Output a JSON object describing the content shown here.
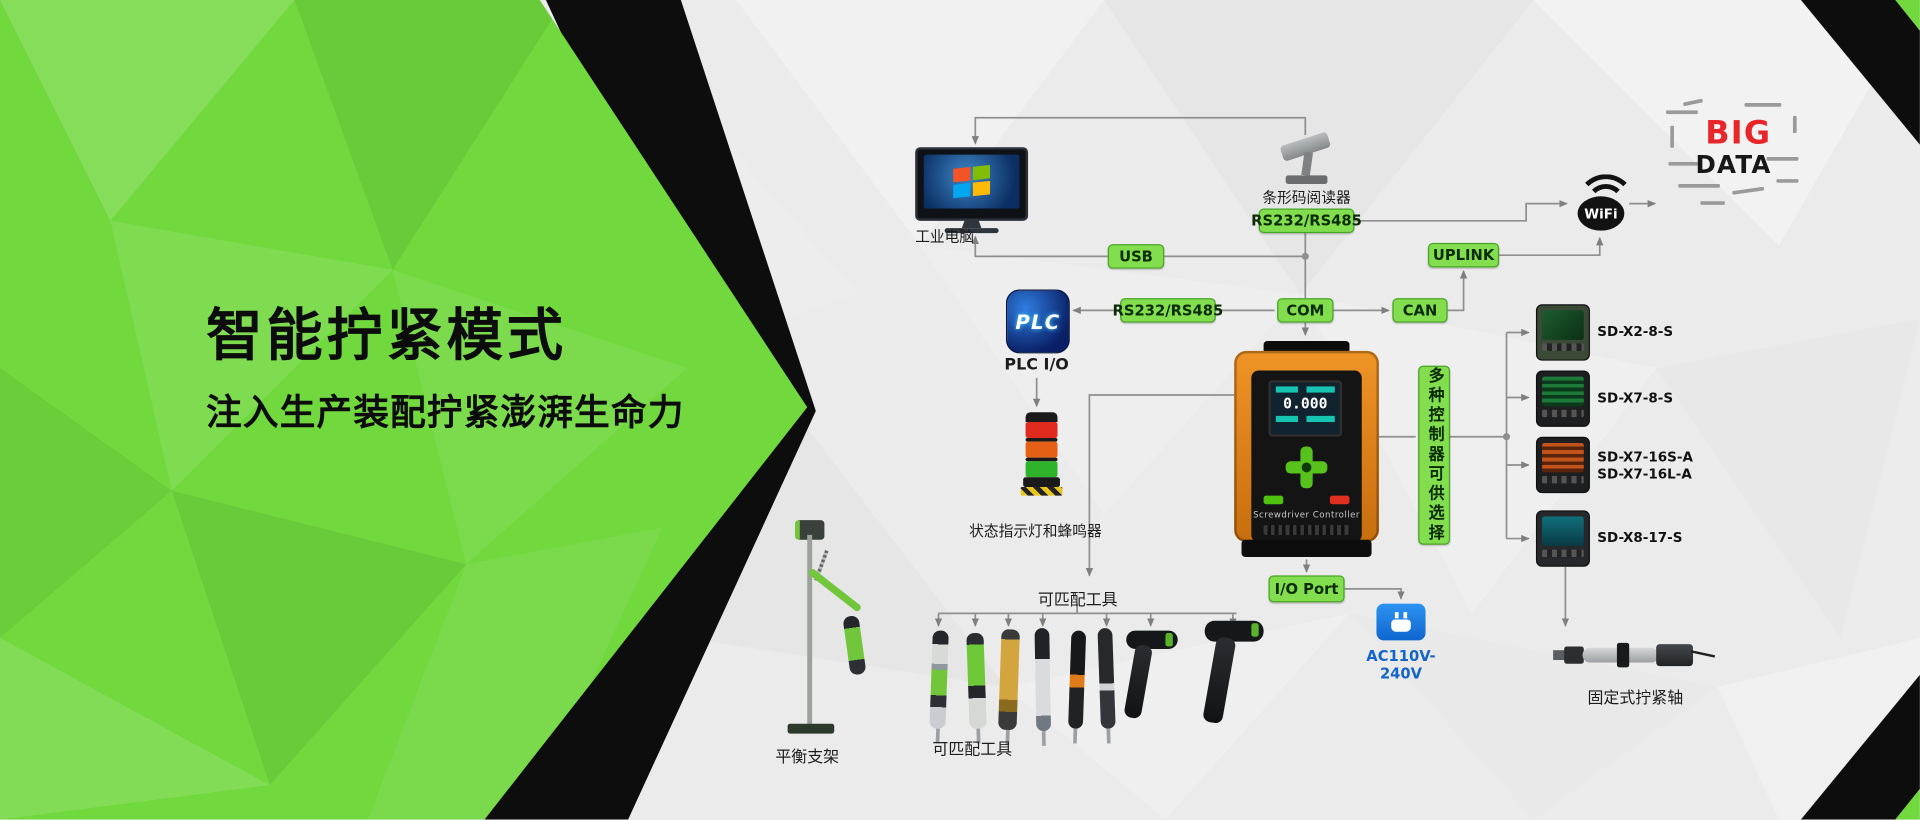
{
  "hero": {
    "title": "智能拧紧模式",
    "subtitle": "注入生产装配拧紧澎湃生命力"
  },
  "labels": {
    "pc": "工业电脑",
    "barcode": "条形码阅读器",
    "plc_io": "PLC I/O",
    "status_light": "状态指示灯和蜂鸣器",
    "tools_top": "可匹配工具",
    "tools_bottom": "可匹配工具",
    "balance_stand": "平衡支架",
    "fixed_spindle": "固定式拧紧轴",
    "ac_power": "AC110V-240V"
  },
  "ports": {
    "rs232_top": "RS232/RS485",
    "usb": "USB",
    "uplink": "UPLINK",
    "rs232_mid": "RS232/RS485",
    "com": "COM",
    "can": "CAN",
    "io_port": "I/O Port",
    "multi_note": "多种控制器可供选择"
  },
  "icons": {
    "plc": "PLC",
    "wifi": "WiFi",
    "bigdata_line1": "BIG",
    "bigdata_line2": "DATA"
  },
  "controller": {
    "screen_value": "0.000",
    "brand": "Screwdriver Controller"
  },
  "models": [
    "SD-X2-8-S",
    "SD-X7-8-S",
    "SD-X7-16S-A",
    "SD-X7-16L-A",
    "SD-X8-17-S"
  ],
  "colors": {
    "accent_green": "#71d83e",
    "label_green": "#82dd4f",
    "wire_gray": "#8f8f8f",
    "power_blue": "#1b82ea",
    "bigdata_red": "#e8262a"
  }
}
